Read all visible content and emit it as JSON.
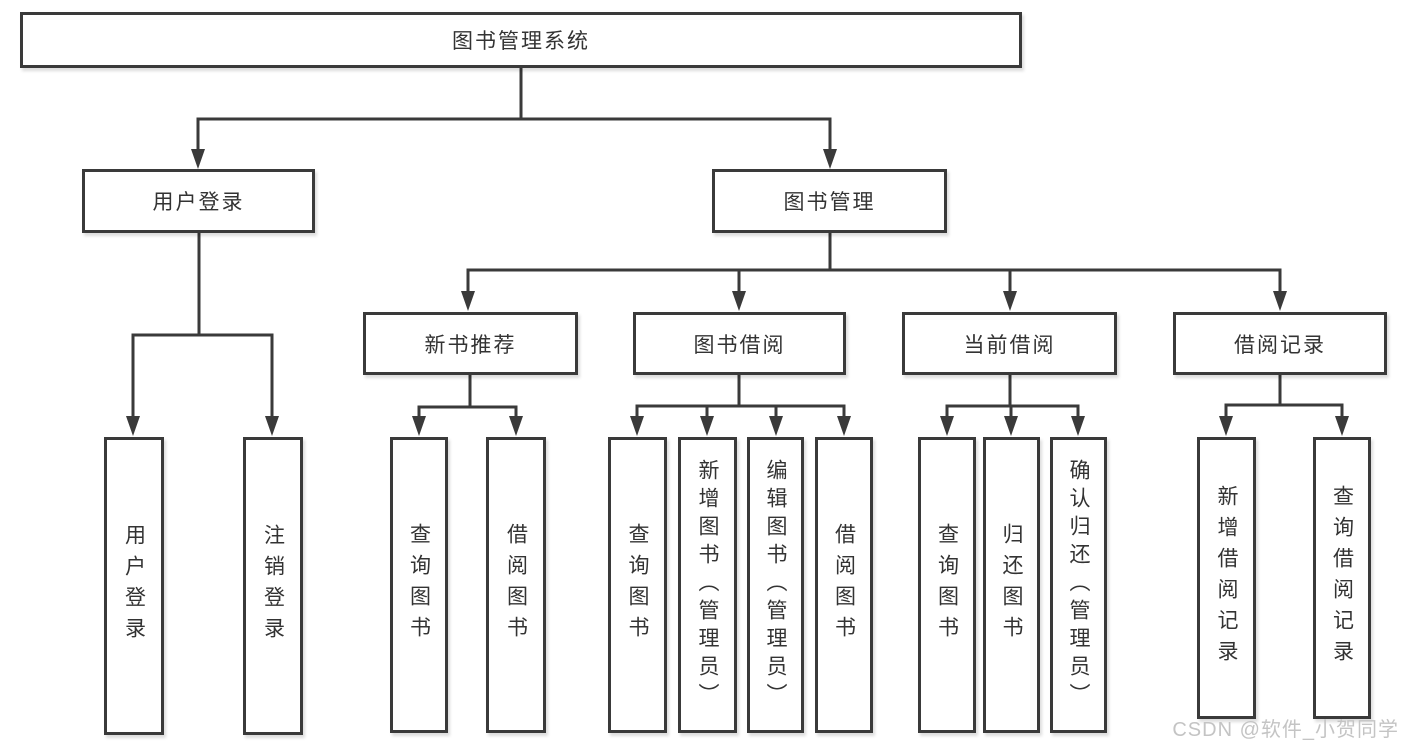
{
  "tree": {
    "root": {
      "label": "图书管理系统"
    },
    "branches": [
      {
        "label": "用户登录",
        "children": [
          {
            "label": "用户登录"
          },
          {
            "label": "注销登录"
          }
        ]
      },
      {
        "label": "图书管理",
        "children": [
          {
            "label": "新书推荐",
            "children": [
              {
                "label": "查询图书"
              },
              {
                "label": "借阅图书"
              }
            ]
          },
          {
            "label": "图书借阅",
            "children": [
              {
                "label": "查询图书"
              },
              {
                "label": "新增图书（管理员）"
              },
              {
                "label": "编辑图书（管理员）"
              },
              {
                "label": "借阅图书"
              }
            ]
          },
          {
            "label": "当前借阅",
            "children": [
              {
                "label": "查询图书"
              },
              {
                "label": "归还图书"
              },
              {
                "label": "确认归还（管理员）"
              }
            ]
          },
          {
            "label": "借阅记录",
            "children": [
              {
                "label": "新增借阅记录"
              },
              {
                "label": "查询借阅记录"
              }
            ]
          }
        ]
      }
    ]
  },
  "watermark": {
    "text": "CSDN @软件_小贺同学"
  },
  "colors": {
    "line": "#3a3a3a",
    "text": "#333333",
    "watermark": "#c4c4c4",
    "box_bg": "#ffffff"
  }
}
